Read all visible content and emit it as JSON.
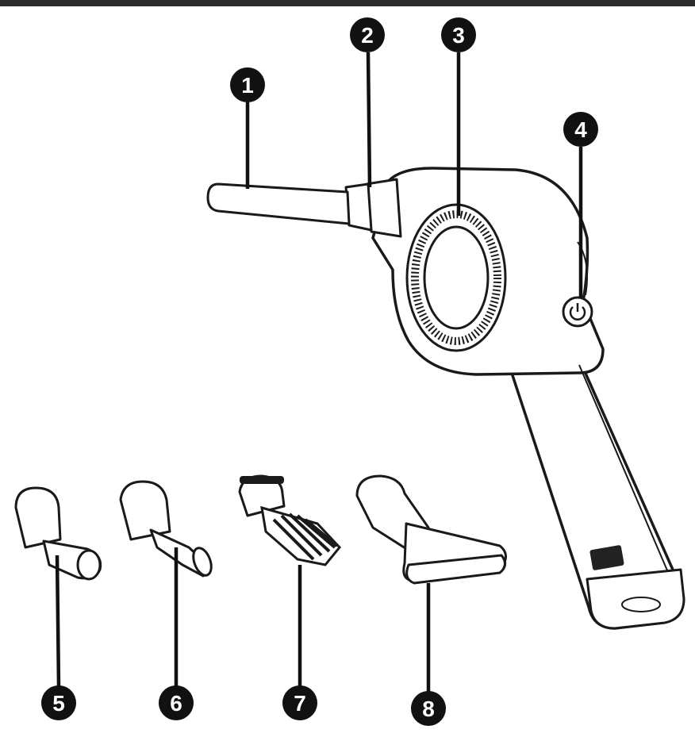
{
  "callouts": [
    {
      "id": "1",
      "label": "1"
    },
    {
      "id": "2",
      "label": "2"
    },
    {
      "id": "3",
      "label": "3"
    },
    {
      "id": "4",
      "label": "4"
    },
    {
      "id": "5",
      "label": "5"
    },
    {
      "id": "6",
      "label": "6"
    },
    {
      "id": "7",
      "label": "7"
    },
    {
      "id": "8",
      "label": "8"
    }
  ],
  "icons": {
    "power": "power-icon"
  },
  "colors": {
    "ink": "#111111",
    "background": "#ffffff",
    "top_bar": "#2b2b2b"
  }
}
